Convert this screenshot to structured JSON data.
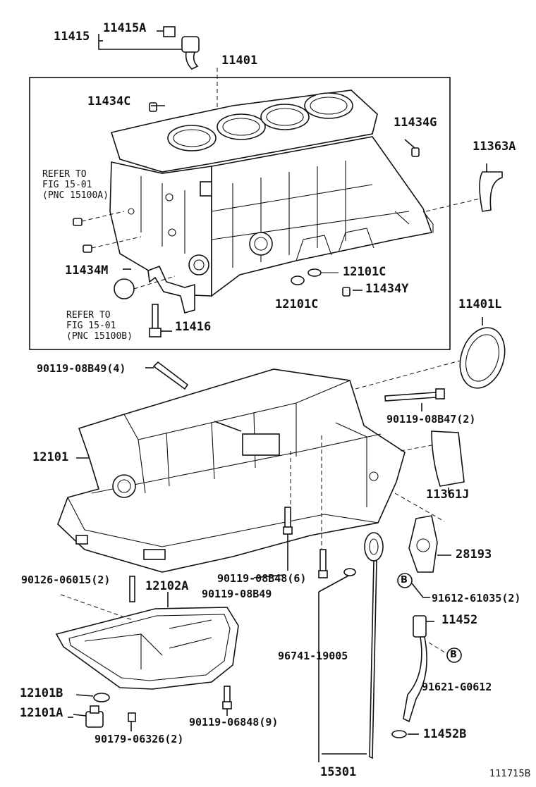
{
  "diagram": {
    "footer_code": "111715B",
    "refer_top": {
      "l1": "REFER TO",
      "l2": "FIG 15-01",
      "l3": "(PNC 15100A)"
    },
    "refer_bottom": {
      "l1": "REFER TO",
      "l2": "FIG 15-01",
      "l3": "(PNC 15100B)"
    },
    "callout_b1": "B",
    "callout_b2": "B",
    "parts": {
      "p11415": "11415",
      "p11415A": "11415A",
      "p11401": "11401",
      "p11434C": "11434C",
      "p11434G": "11434G",
      "p11363A": "11363A",
      "p11434M": "11434M",
      "p12101C_a": "12101C",
      "p12101C_b": "12101C",
      "p11434Y": "11434Y",
      "p11416": "11416",
      "p11401L": "11401L",
      "p90119_08B49_4": "90119-08B49(4)",
      "p90119_08B47_2": "90119-08B47(2)",
      "p12101": "12101",
      "p11361J": "11361J",
      "p28193": "28193",
      "p90119_08B48_6": "90119-08B48(6)",
      "p90119_08B49": "90119-08B49",
      "p91612_61035_2": "91612-61035(2)",
      "p90126_06015_2": "90126-06015(2)",
      "p12102A": "12102A",
      "p11452": "11452",
      "p96741_19005": "96741-19005",
      "p91621_G0612": "91621-G0612",
      "p12101B": "12101B",
      "p12101A": "12101A",
      "p90119_06848_9": "90119-06848(9)",
      "p90179_06326_2": "90179-06326(2)",
      "p11452B": "11452B",
      "p15301": "15301"
    }
  }
}
